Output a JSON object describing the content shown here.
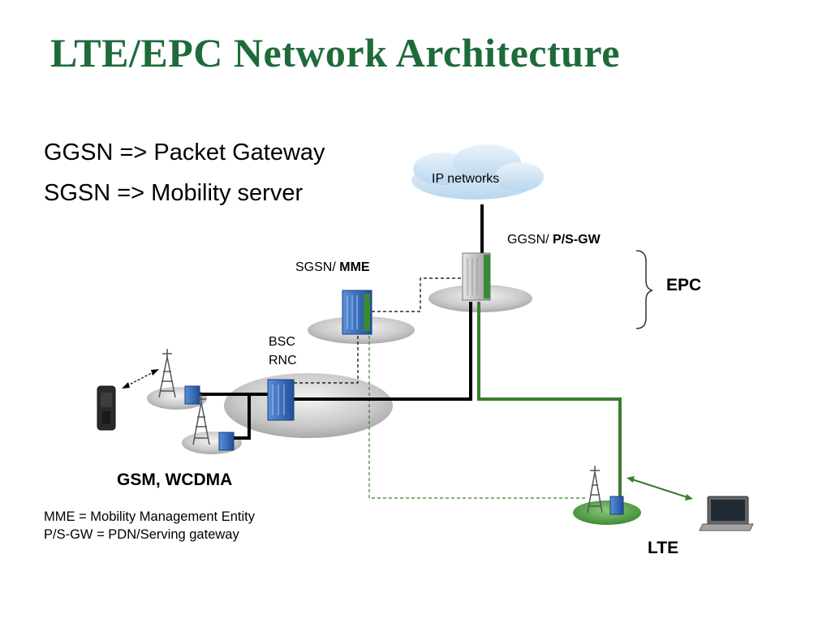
{
  "title": "LTE/EPC Network Architecture",
  "bullets": [
    "GGSN => Packet Gateway",
    "SGSN => Mobility server"
  ],
  "nodes": {
    "ip_networks": "IP networks",
    "ggsn_prefix": "GGSN/ ",
    "ggsn_bold": "P/S-GW",
    "sgsn_prefix": "SGSN/ ",
    "sgsn_bold": "MME",
    "bsc": "BSC",
    "rnc": "RNC"
  },
  "groups": {
    "epc": "EPC",
    "gsm_wcdma": "GSM, WCDMA",
    "lte": "LTE"
  },
  "definitions": [
    "MME = Mobility Management Entity",
    "P/S-GW = PDN/Serving gateway"
  ],
  "colors": {
    "title": "#1e6b3a",
    "lte_link": "#3a7d2e",
    "core_link": "#000000",
    "server_blue": "#2f63b5",
    "cloud": "#cfe3f3"
  }
}
